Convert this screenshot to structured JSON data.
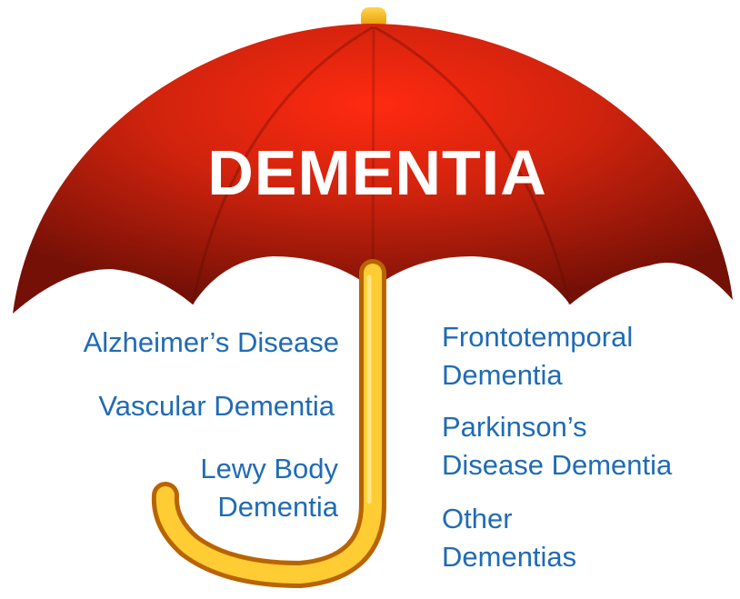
{
  "title": "DEMENTIA",
  "types": {
    "left": [
      {
        "lines": [
          "Alzheimer’s Disease"
        ]
      },
      {
        "lines": [
          "Vascular Dementia"
        ]
      },
      {
        "lines": [
          "Lewy Body",
          "Dementia"
        ]
      }
    ],
    "right": [
      {
        "lines": [
          "Frontotemporal",
          "Dementia"
        ]
      },
      {
        "lines": [
          "Parkinson’s",
          "Disease Dementia"
        ]
      },
      {
        "lines": [
          "Other",
          "Dementias"
        ]
      }
    ]
  },
  "colors": {
    "canopy": "#c8200c",
    "canopy_dark": "#7a1106",
    "handle": "#f4b31c",
    "title_text": "#ffffff",
    "label_text": "#1f6bb5"
  }
}
